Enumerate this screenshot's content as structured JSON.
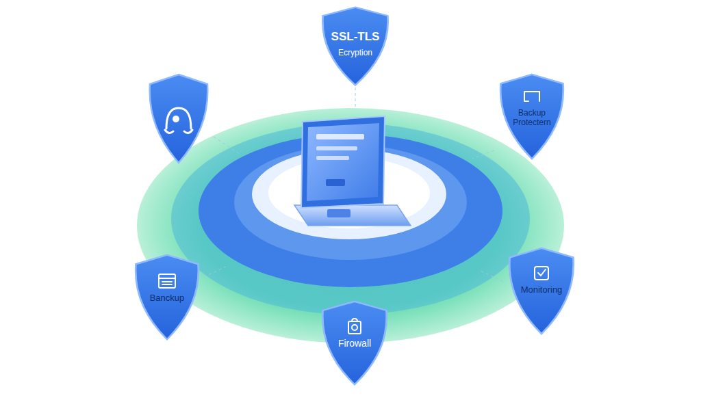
{
  "diagram": {
    "nodes": [
      {
        "text": [
          "SSL-TLS",
          "Ecryption"
        ]
      },
      {
        "text": [
          "Backup Protectern"
        ]
      },
      {
        "text": [
          "Banckup"
        ]
      },
      {
        "text": [
          "Monitoring"
        ]
      },
      {
        "text": [
          "Firowall"
        ]
      }
    ]
  }
}
